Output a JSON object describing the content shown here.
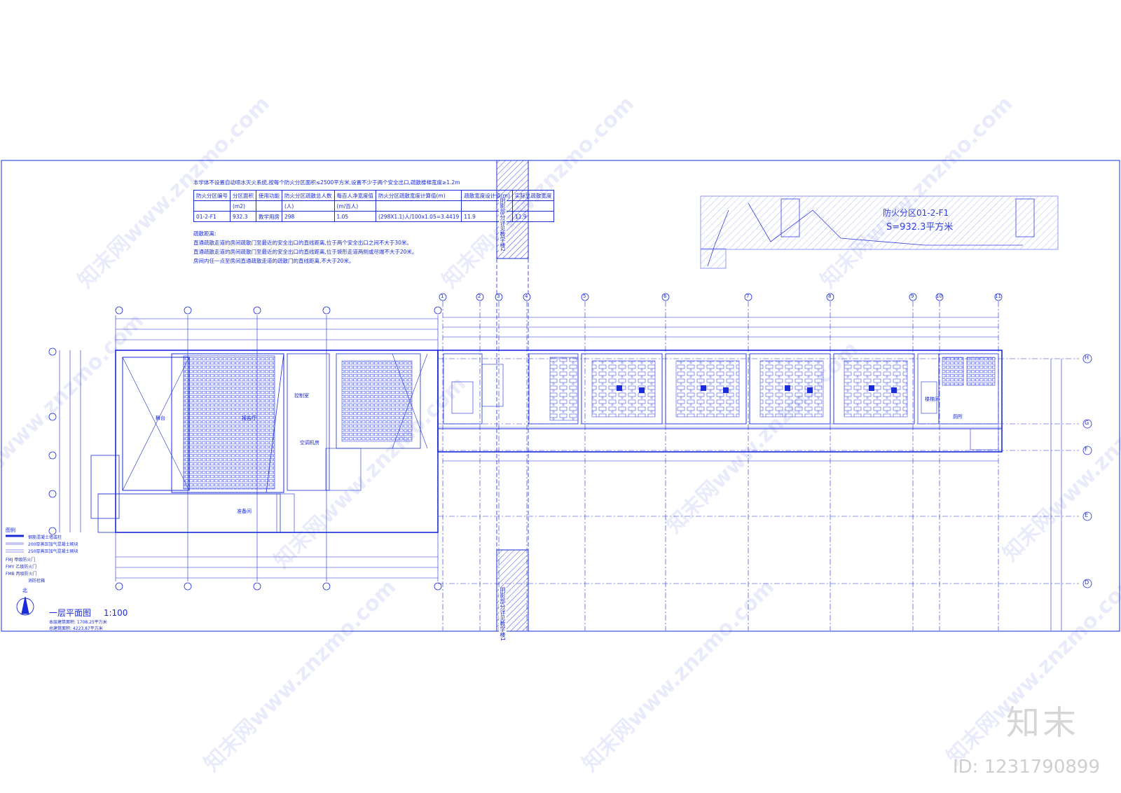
{
  "note": {
    "heading": "本学体不设置自动喷水灭火系统,按每个防火分区面积≤2500平方米,设置不少于两个安全出口,疏散楼梯宽度≥1.2m",
    "table": {
      "headers": [
        "防火分区编号",
        "分区面积",
        "使用功能",
        "防火分区疏散总人数",
        "每百人净宽度值",
        "防火分区疏散宽度计算值(m)",
        "疏散宽度设计值(m)",
        "实际总疏散宽度"
      ],
      "header_units": [
        "",
        "(m2)",
        "",
        "(人)",
        "(m/百人)",
        "",
        "",
        ""
      ],
      "row": [
        "01-2-F1",
        "932.3",
        "教学用房",
        "298",
        "1.05",
        "(298X1.1)人/100x1.05=3.4419",
        "11.9",
        "11.9"
      ]
    },
    "distance_title": "疏散距离:",
    "distance_lines": [
      "直通疏散走道的房间疏散门至最近的安全出口的直线距离,位于两个安全出口之间不大于30米。",
      "直通疏散走道的房间疏散门至最近的安全出口的直线距离,位于袋形走道两侧或尽端不大于20米。",
      "房间内任一点至房间直通疏散走道的疏散门的直线距离,不大于20米。"
    ]
  },
  "fire_zone": {
    "label": "防火分区01-2-F1",
    "area": "S=932.3平方米"
  },
  "hatch_labels": {
    "top": "阴影部分详见教学楼2",
    "bottom": "阴影部分详见教学楼1"
  },
  "plan": {
    "title": "一层平面图",
    "scale": "1:100",
    "north": "北",
    "area_lines": [
      "本层建筑面积: 1708.25平方米",
      "总建筑面积: 4223.87平方米"
    ],
    "room_labels": [
      "报告厅",
      "舞台",
      "空调机房",
      "准备间",
      "控制室",
      "楼梯间",
      "厕所"
    ],
    "grid_top": [
      "1",
      "2",
      "3",
      "4",
      "5",
      "6",
      "7",
      "8",
      "9",
      "10",
      "11"
    ],
    "grid_right": [
      "H",
      "G",
      "F",
      "E",
      "D"
    ]
  },
  "legend": {
    "title": "图例",
    "items": [
      "钢筋混凝土墙或柱",
      "200厚蒸压加气混凝土砌块",
      "250厚蒸压加气混凝土砌块",
      "FMJ 甲级防火门",
      "FMY 乙级防火门",
      "FMB 丙级防火门",
      "消防栓箱"
    ]
  },
  "watermark": {
    "text": "知末网www.znzmo.com",
    "brand": "知末",
    "id": "ID: 1231790899"
  },
  "colors": {
    "line": "#1a2bd8",
    "hatch": "#3a4af0"
  }
}
